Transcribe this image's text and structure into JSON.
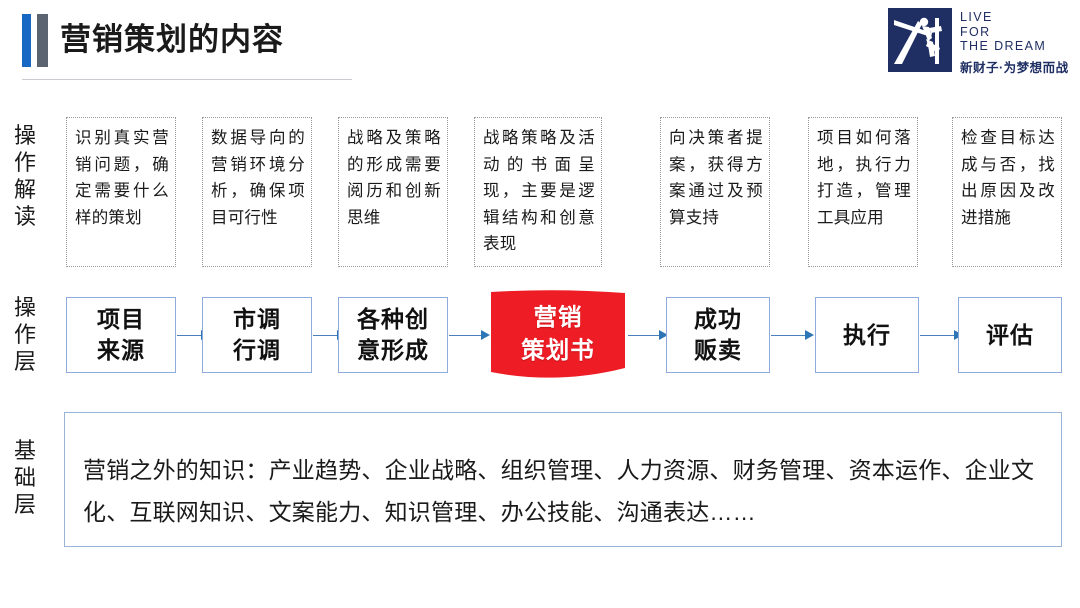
{
  "header": {
    "title": "营销策划的内容",
    "accent_blue": "#1668C2",
    "accent_gray": "#5B6470"
  },
  "logo": {
    "line1": "LIVE",
    "line2": "FOR",
    "line3": "THE DREAM",
    "chinese": "新财子·为梦想而战",
    "color": "#1F2F63"
  },
  "rows": {
    "interpretation_label": "操作解读",
    "operation_label": "操作层",
    "foundation_label": "基础层"
  },
  "interpretation": {
    "boxes": [
      {
        "text": "识别真实营销问题，确定需要什么样的策划"
      },
      {
        "text": "数据导向的营销环境分析，确保项目可行性"
      },
      {
        "text": "战略及策略的形成需要阅历和创新思维"
      },
      {
        "text": "战略策略及活动的书面呈现，主要是逻辑结构和创意表现"
      },
      {
        "text": "向决策者提案，获得方案通过及预算支持"
      },
      {
        "text": "项目如何落地，执行力打造，管理工具应用"
      },
      {
        "text": "检查目标达成与否，找出原因及改进措施"
      }
    ]
  },
  "flow": {
    "steps": [
      {
        "line1": "项目",
        "line2": "来源",
        "highlight": false
      },
      {
        "line1": "市调",
        "line2": "行调",
        "highlight": false
      },
      {
        "line1": "各种创",
        "line2": "意形成",
        "highlight": false
      },
      {
        "line1": "营销",
        "line2": "策划书",
        "highlight": true
      },
      {
        "line1": "成功",
        "line2": "贩卖",
        "highlight": false
      },
      {
        "line1": "执行",
        "line2": "",
        "highlight": false
      },
      {
        "line1": "评估",
        "line2": "",
        "highlight": false
      }
    ],
    "highlight_color": "#EE1C25",
    "box_border_color": "#8FAADC",
    "arrow_color": "#2E75B6"
  },
  "foundation": {
    "text": "营销之外的知识：产业趋势、企业战略、组织管理、人力资源、财务管理、资本运作、企业文化、互联网知识、文案能力、知识管理、办公技能、沟通表达……"
  }
}
